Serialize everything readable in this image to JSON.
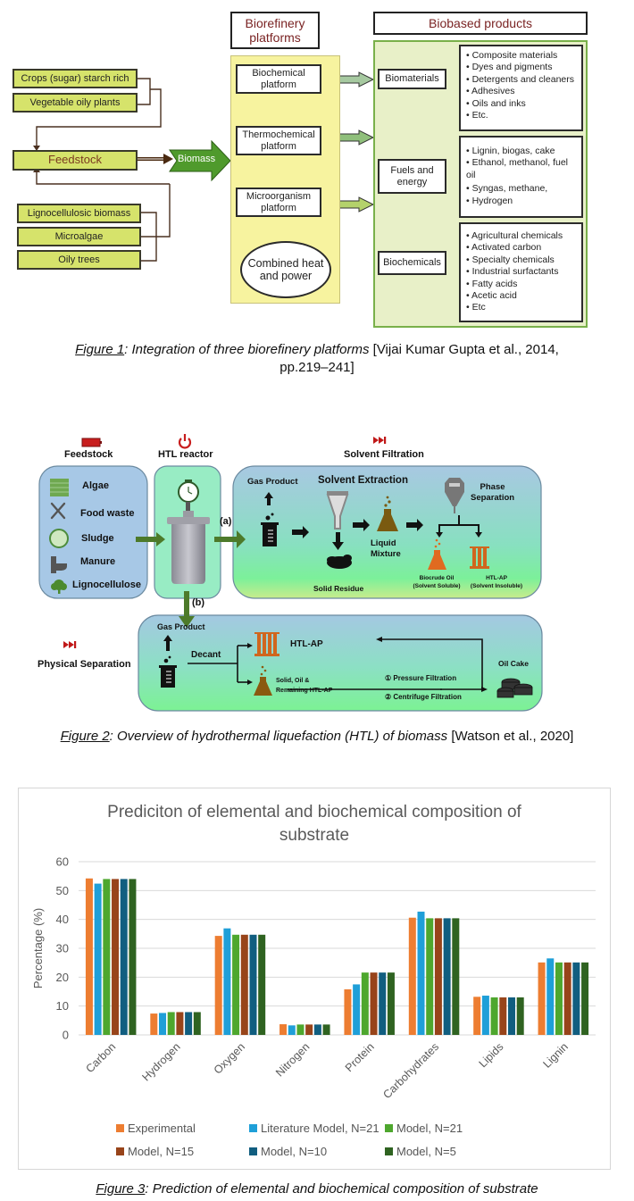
{
  "figure1": {
    "feedstock_sources_top": [
      "Crops (sugar) starch rich",
      "Vegetable oily plants"
    ],
    "feedstock_label": "Feedstock",
    "feedstock_sources_bottom": [
      "Lignocellulosic biomass",
      "Microalgae",
      "Oily trees"
    ],
    "biomass_arrow_label": "Biomass",
    "platforms_header": "Biorefinery platforms",
    "platforms": [
      "Biochemical platform",
      "Thermochemical platform",
      "Microorganism platform"
    ],
    "chp_label": "Combined heat and power",
    "products_header": "Biobased products",
    "product_groups": [
      {
        "name": "Biomaterials",
        "items": [
          "Composite materials",
          "Dyes and pigments",
          "Detergents and cleaners",
          "Adhesives",
          "Oils and inks",
          "Etc."
        ]
      },
      {
        "name": "Fuels and energy",
        "items": [
          "Lignin, biogas, cake",
          "Ethanol, methanol, fuel oil",
          "Syngas, methane,",
          "Hydrogen"
        ]
      },
      {
        "name": "Biochemicals",
        "items": [
          "Agricultural chemicals",
          "Activated carbon",
          "Specialty chemicals",
          "Industrial surfactants",
          "Fatty acids",
          "Acetic acid",
          "Etc"
        ]
      }
    ],
    "caption": {
      "figure_label": "Figure 1",
      "title": ": Integration of three biorefinery platforms ",
      "reference_line1": "[Vijai Kumar Gupta et al., 2014,",
      "reference_line2": "pp.219–241]"
    }
  },
  "figure2": {
    "stage_feedstock": "Feedstock",
    "stage_reactor": "HTL reactor",
    "stage_solvent": "Solvent Filtration",
    "stage_physical": "Physical Separation",
    "feedstocks": [
      "Algae",
      "Food waste",
      "Sludge",
      "Manure",
      "Lignocellulose"
    ],
    "route_a": "(a)",
    "route_b": "(b)",
    "solvent": {
      "gas_product": "Gas Product",
      "solvent_extraction": "Solvent Extraction",
      "solid_residue": "Solid Residue",
      "liquid_mixture_1": "Liquid",
      "liquid_mixture_2": "Mixture",
      "phase_separation_1": "Phase",
      "phase_separation_2": "Separation",
      "biocrude_1": "Biocrude Oil",
      "biocrude_2": "(Solvent Soluble)",
      "htlap_1": "HTL-AP",
      "htlap_2": "(Solvent Insoluble)"
    },
    "physical": {
      "gas_product": "Gas Product",
      "decant": "Decant",
      "htl_ap": "HTL-AP",
      "solid_oil_1": "Solid, Oil &",
      "solid_oil_2": "Remaining  HTL-AP",
      "pressure_filtration": "① Pressure Filtration",
      "centrifuge_filtration": "② Centrifuge Filtration",
      "oil_cake": "Oil Cake"
    },
    "caption": {
      "figure_label": "Figure 2",
      "title": ": Overview of hydrothermal liquefaction (HTL) of biomass ",
      "reference": "[Watson et al., 2020]"
    }
  },
  "figure3": {
    "caption": {
      "figure_label": "Figure 3",
      "title": ": Prediction of elemental and biochemical composition of substrate"
    }
  },
  "chart_data": {
    "type": "bar",
    "title": "Prediciton of elemental and biochemical composition of substrate",
    "xlabel": "",
    "ylabel": "Percentage (%)",
    "ylim": [
      0,
      60
    ],
    "yticks": [
      0,
      10,
      20,
      30,
      40,
      50,
      60
    ],
    "grid": true,
    "legend_position": "bottom",
    "categories": [
      "Carbon",
      "Hydrogen",
      "Oxygen",
      "Nitrogen",
      "Protein",
      "Carbohydrates",
      "Lipids",
      "Lignin"
    ],
    "series": [
      {
        "name": "Experimental",
        "color": "#ed7d31",
        "values": [
          54.2,
          7.4,
          34.3,
          3.7,
          15.8,
          40.6,
          13.2,
          25.1
        ]
      },
      {
        "name": "Literature Model, N=21",
        "color": "#1f9fd8",
        "values": [
          52.4,
          7.6,
          36.9,
          3.3,
          17.5,
          42.7,
          13.6,
          26.5
        ]
      },
      {
        "name": "Model, N=21",
        "color": "#4ea72e",
        "values": [
          54.0,
          7.9,
          34.7,
          3.6,
          21.6,
          40.4,
          13.0,
          25.1
        ]
      },
      {
        "name": "Model, N=15",
        "color": "#98441a",
        "values": [
          54.0,
          7.9,
          34.7,
          3.6,
          21.6,
          40.4,
          13.0,
          25.1
        ]
      },
      {
        "name": "Model, N=10",
        "color": "#115e80",
        "values": [
          54.0,
          7.9,
          34.7,
          3.6,
          21.6,
          40.4,
          13.0,
          25.1
        ]
      },
      {
        "name": "Model, N=5",
        "color": "#2f6321",
        "values": [
          54.0,
          7.9,
          34.7,
          3.6,
          21.6,
          40.4,
          13.0,
          25.1
        ]
      }
    ]
  }
}
